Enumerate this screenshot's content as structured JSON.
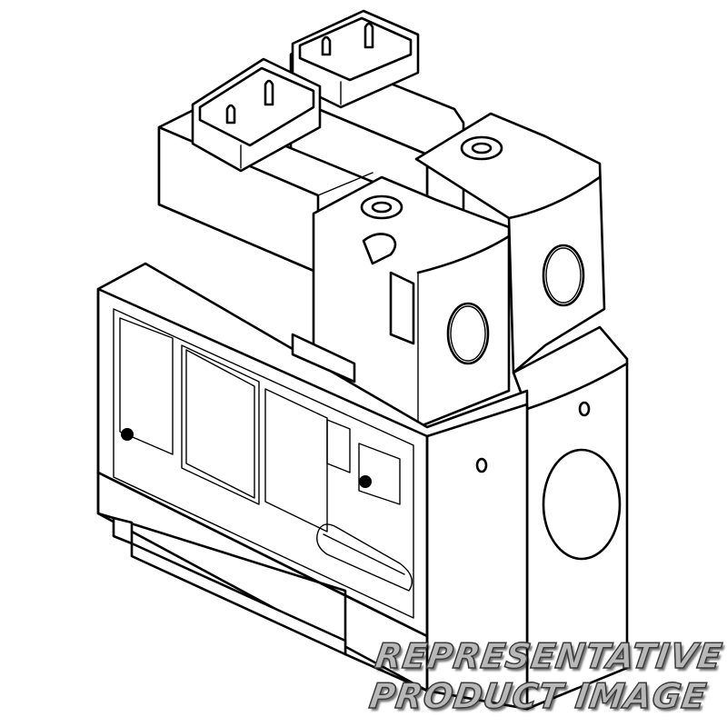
{
  "image": {
    "subject": "Pneumatic solenoid valve line-art illustration",
    "background": "#ffffff",
    "line_color": "#000000"
  },
  "watermark": {
    "line1": "REPRESENTATIVE",
    "line2": "PRODUCT IMAGE",
    "fill_color": "#b8b8b8",
    "outline_color": "#3a3a3a"
  }
}
